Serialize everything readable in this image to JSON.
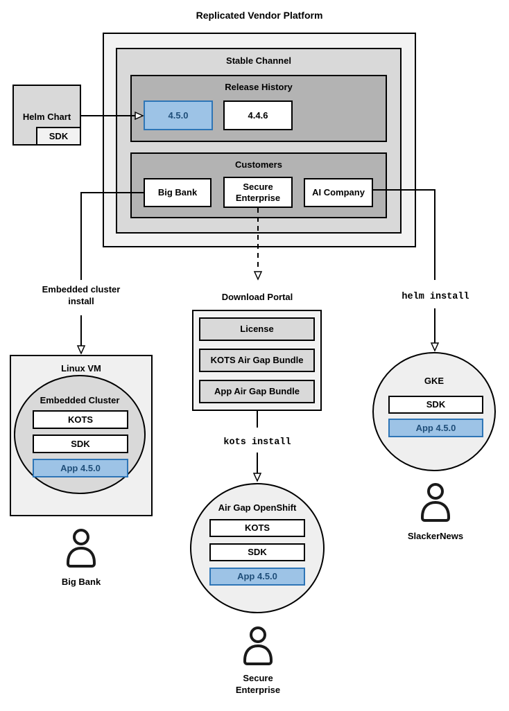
{
  "title": "Replicated Vendor Platform",
  "platform": {
    "stable_channel": {
      "label": "Stable Channel"
    },
    "release_history": {
      "label": "Release History",
      "current": "4.5.0",
      "previous": "4.4.6"
    },
    "customers": {
      "label": "Customers",
      "big_bank": "Big Bank",
      "secure_enterprise": "Secure Enterprise",
      "ai_company": "AI Company"
    }
  },
  "helm_chart": {
    "label": "Helm Chart",
    "sdk": "SDK"
  },
  "connectors": {
    "embedded_cluster_install": "Embedded cluster install",
    "helm_install": "helm install",
    "kots_install": "kots install"
  },
  "download_portal": {
    "label": "Download Portal",
    "items": [
      "License",
      "KOTS Air Gap Bundle",
      "App Air Gap Bundle"
    ]
  },
  "linux_vm": {
    "label": "Linux VM",
    "embedded_cluster": {
      "label": "Embedded Cluster",
      "kots": "KOTS",
      "sdk": "SDK",
      "app": "App 4.5.0"
    }
  },
  "air_gap_openshift": {
    "label": "Air Gap OpenShift",
    "kots": "KOTS",
    "sdk": "SDK",
    "app": "App 4.5.0"
  },
  "gke": {
    "label": "GKE",
    "sdk": "SDK",
    "app": "App 4.5.0"
  },
  "users": {
    "big_bank": "Big Bank",
    "secure_enterprise": "Secure Enterprise",
    "slackernews": "SlackerNews"
  },
  "colors": {
    "outer_fill": "#f2f2f2",
    "mid_fill": "#d9d9d9",
    "inner_fill": "#b3b3b3",
    "highlight_fill": "#9dc3e6",
    "highlight_border": "#2e75b6",
    "highlight_text": "#1f4e79"
  }
}
